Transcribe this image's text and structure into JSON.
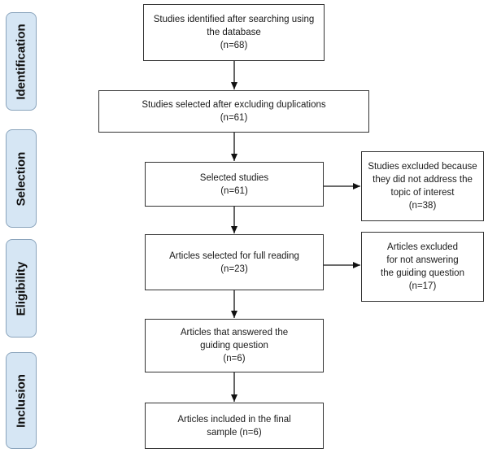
{
  "phases": {
    "identification": "Identification",
    "selection": "Selection",
    "eligibility": "Eligibility",
    "inclusion": "Inclusion"
  },
  "boxes": {
    "identified": {
      "line1": "Studies identified after searching using",
      "line2": "the database",
      "count": "(n=68)"
    },
    "dedup": {
      "line1": "Studies selected after excluding duplications",
      "count": "(n=61)"
    },
    "selected": {
      "line1": "Selected studies",
      "count": "(n=61)"
    },
    "excluded_topic": {
      "line1": "Studies excluded because",
      "line2": "they did not address the",
      "line3": "topic of interest",
      "count": "(n=38)"
    },
    "full_reading": {
      "line1": "Articles selected for full reading",
      "count": "(n=23)"
    },
    "excluded_question": {
      "line1": "Articles excluded",
      "line2": "for not answering",
      "line3": "the guiding question",
      "count": "(n=17)"
    },
    "answered": {
      "line1": "Articles that answered the",
      "line2": "guiding question",
      "count": "(n=6)"
    },
    "final": {
      "line1": "Articles included in the final",
      "line2": "sample (n=6)"
    }
  }
}
